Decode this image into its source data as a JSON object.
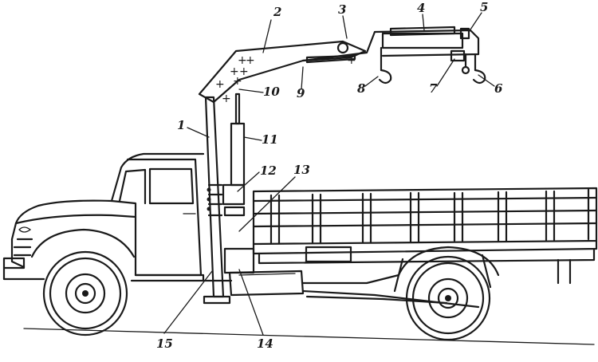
{
  "diagram": {
    "labels": [
      {
        "id": "label-1",
        "text": "1"
      },
      {
        "id": "label-2",
        "text": "2"
      },
      {
        "id": "label-3",
        "text": "3"
      },
      {
        "id": "label-4",
        "text": "4"
      },
      {
        "id": "label-5",
        "text": "5"
      },
      {
        "id": "label-6",
        "text": "6"
      },
      {
        "id": "label-7",
        "text": "7"
      },
      {
        "id": "label-8",
        "text": "8"
      },
      {
        "id": "label-9",
        "text": "9"
      },
      {
        "id": "label-10",
        "text": "10"
      },
      {
        "id": "label-11",
        "text": "11"
      },
      {
        "id": "label-12",
        "text": "12"
      },
      {
        "id": "label-13",
        "text": "13"
      },
      {
        "id": "label-14",
        "text": "14"
      },
      {
        "id": "label-15",
        "text": "15"
      }
    ]
  }
}
